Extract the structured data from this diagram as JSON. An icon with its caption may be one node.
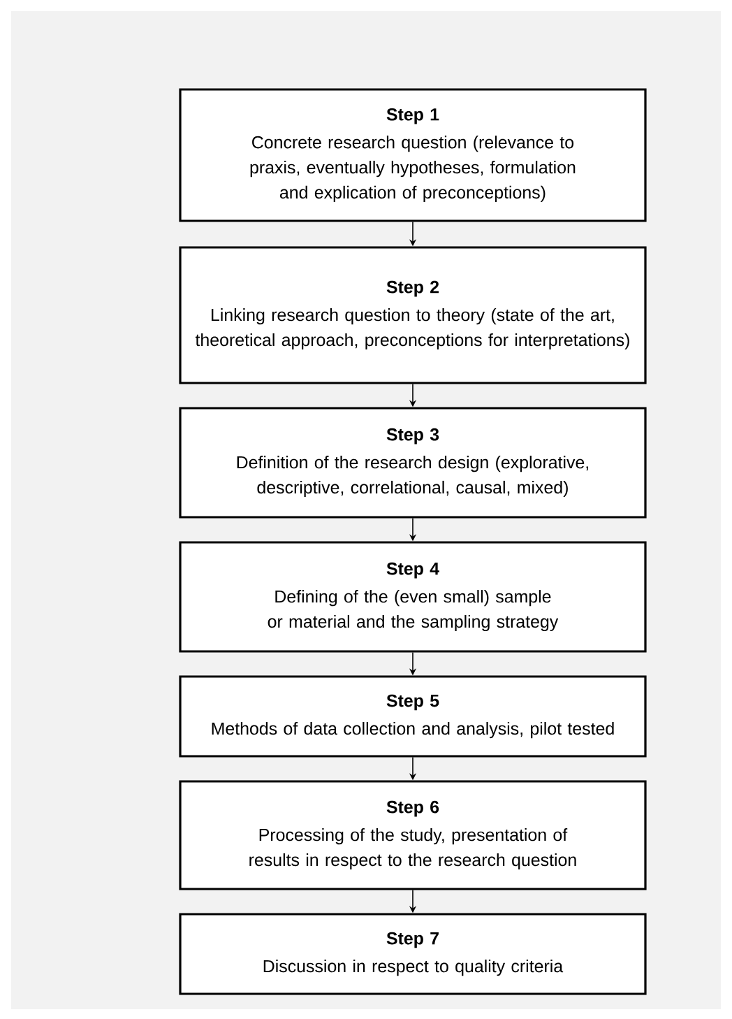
{
  "diagram": {
    "nodes": [
      {
        "text": [
          "Step 1",
          "Concrete research question (relevance to praxis, eventually hypotheses, formulation and explication of preconceptions)"
        ]
      },
      {
        "text": [
          "Step 2",
          "Linking research question to theory (state of the art, theoretical approach, preconceptions for interpretations)"
        ]
      },
      {
        "text": [
          "Step 3",
          "Definition of the research design (explorative, descriptive, correlational, causal, mixed)"
        ]
      },
      {
        "text": [
          "Step 4",
          "Defining of the (even small) sample or material and the sampling strategy"
        ]
      },
      {
        "text": [
          "Step 5",
          "Methods of data collection and analysis, pilot tested"
        ]
      },
      {
        "text": [
          "Step 6",
          "Processing of the study, presentation of results in respect to the research question"
        ]
      },
      {
        "text": [
          "Step 7",
          "Discussion in respect to quality criteria"
        ]
      }
    ],
    "edges": [
      {
        "from": 0,
        "to": 1,
        "arrow": "to"
      },
      {
        "from": 1,
        "to": 2,
        "arrow": "to"
      },
      {
        "from": 2,
        "to": 3,
        "arrow": "to"
      },
      {
        "from": 3,
        "to": 4,
        "arrow": "to"
      },
      {
        "from": 4,
        "to": 5,
        "arrow": "to"
      },
      {
        "from": 5,
        "to": 6,
        "arrow": "to"
      }
    ]
  }
}
